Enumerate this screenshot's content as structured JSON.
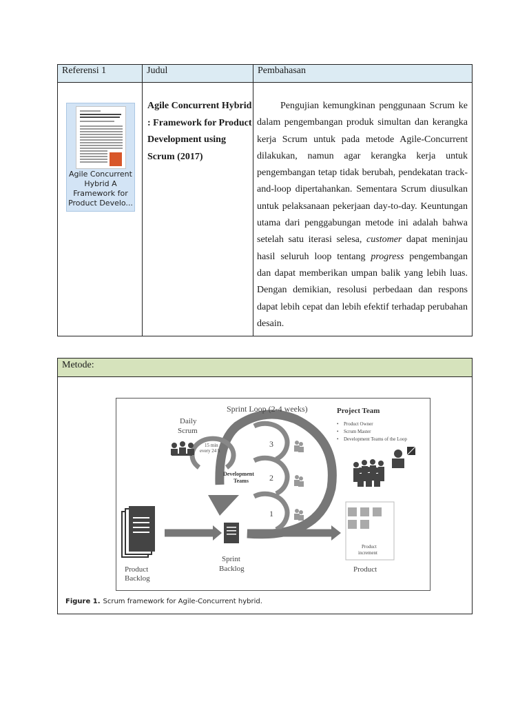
{
  "table1": {
    "headers": {
      "referensi": "Referensi 1",
      "judul": "Judul",
      "pembahasan": "Pembahasan"
    },
    "thumbnail": {
      "label": "Agile Concurrent Hybrid A Framework for Product Develo..."
    },
    "judul_text": "Agile Concurrent Hybrid : Framework for Product Development using Scrum (2017)",
    "pembahasan": {
      "p1": "Pengujian kemungkinan penggunaan Scrum ke dalam pengembangan produk simultan dan kerangka kerja Scrum untuk pada metode Agile-Concurrent dilakukan, namun agar kerangka kerja untuk pengembangan tetap tidak berubah, pendekatan track-and-loop dipertahankan. Sementara Scrum diusulkan untuk pelaksanaan pekerjaan day-to-day. Keuntungan utama dari penggabungan metode ini adalah bahwa setelah satu  iterasi selesa,",
      "customer": "customer",
      "p2": " dapat meninjau hasil seluruh loop tentang",
      "progress": "progress",
      "p3": " pengembangan dan dapat memberikan umpan balik yang lebih luas. Dengan demikian, resolusi perbedaan dan respons dapat lebih cepat dan lebih efektif terhadap perubahan desain."
    }
  },
  "table2": {
    "header": "Metode:",
    "figure": {
      "sprint_loop": "Sprint Loop (2-4 weeks)",
      "daily_scrum_1": "Daily",
      "daily_scrum_2": "Scrum",
      "daily_time_1": "15 min",
      "daily_time_2": "every 24 h",
      "dev_teams_1": "Development",
      "dev_teams_2": "Teams",
      "iterations": [
        "3",
        "2",
        "1"
      ],
      "project_team_title": "Project Team",
      "project_team_items": [
        "Product Owner",
        "Scrum Master",
        "Development Teams of the Loop"
      ],
      "product_backlog_1": "Product",
      "product_backlog_2": "Backlog",
      "sprint_backlog_1": "Sprint",
      "sprint_backlog_2": "Backlog",
      "product_increment_1": "Product",
      "product_increment_2": "increment",
      "product": "Product"
    },
    "caption_label": "Figure 1.",
    "caption_text": "Scrum framework for Agile-Concurrent hybrid.",
    "colors": {
      "arrow": "#777777",
      "figure_dark": "#333333"
    }
  }
}
